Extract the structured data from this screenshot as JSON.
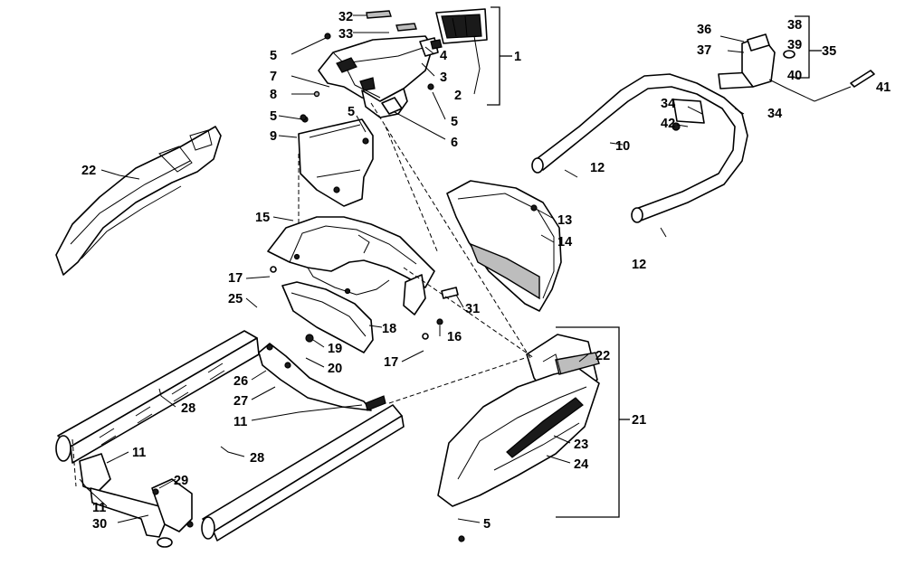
{
  "callouts": [
    {
      "id": "c32",
      "text": "32"
    },
    {
      "id": "c33",
      "text": "33"
    },
    {
      "id": "c5a",
      "text": "5"
    },
    {
      "id": "c4",
      "text": "4"
    },
    {
      "id": "c3",
      "text": "3"
    },
    {
      "id": "c1",
      "text": "1"
    },
    {
      "id": "c7",
      "text": "7"
    },
    {
      "id": "c8",
      "text": "8"
    },
    {
      "id": "c2",
      "text": "2"
    },
    {
      "id": "c5b",
      "text": "5"
    },
    {
      "id": "c5c",
      "text": "5"
    },
    {
      "id": "c5d",
      "text": "5"
    },
    {
      "id": "c9",
      "text": "9"
    },
    {
      "id": "c6",
      "text": "6"
    },
    {
      "id": "c36",
      "text": "36"
    },
    {
      "id": "c37",
      "text": "37"
    },
    {
      "id": "c38",
      "text": "38"
    },
    {
      "id": "c39",
      "text": "39"
    },
    {
      "id": "c35",
      "text": "35"
    },
    {
      "id": "c40",
      "text": "40"
    },
    {
      "id": "c41",
      "text": "41"
    },
    {
      "id": "c34a",
      "text": "34"
    },
    {
      "id": "c34b",
      "text": "34"
    },
    {
      "id": "c42",
      "text": "42"
    },
    {
      "id": "c10",
      "text": "10"
    },
    {
      "id": "c12a",
      "text": "12"
    },
    {
      "id": "c12b",
      "text": "12"
    },
    {
      "id": "c22a",
      "text": "22"
    },
    {
      "id": "c15",
      "text": "15"
    },
    {
      "id": "c13",
      "text": "13"
    },
    {
      "id": "c14",
      "text": "14"
    },
    {
      "id": "c17a",
      "text": "17"
    },
    {
      "id": "c25",
      "text": "25"
    },
    {
      "id": "c31",
      "text": "31"
    },
    {
      "id": "c18",
      "text": "18"
    },
    {
      "id": "c16",
      "text": "16"
    },
    {
      "id": "c19",
      "text": "19"
    },
    {
      "id": "c20",
      "text": "20"
    },
    {
      "id": "c17b",
      "text": "17"
    },
    {
      "id": "c22b",
      "text": "22"
    },
    {
      "id": "c26",
      "text": "26"
    },
    {
      "id": "c27",
      "text": "27"
    },
    {
      "id": "c11a",
      "text": "11"
    },
    {
      "id": "c28a",
      "text": "28"
    },
    {
      "id": "c21",
      "text": "21"
    },
    {
      "id": "c11b",
      "text": "11"
    },
    {
      "id": "c28b",
      "text": "28"
    },
    {
      "id": "c23",
      "text": "23"
    },
    {
      "id": "c24",
      "text": "24"
    },
    {
      "id": "c29",
      "text": "29"
    },
    {
      "id": "c11c",
      "text": "11"
    },
    {
      "id": "c30",
      "text": "30"
    },
    {
      "id": "c5e",
      "text": "5"
    }
  ]
}
